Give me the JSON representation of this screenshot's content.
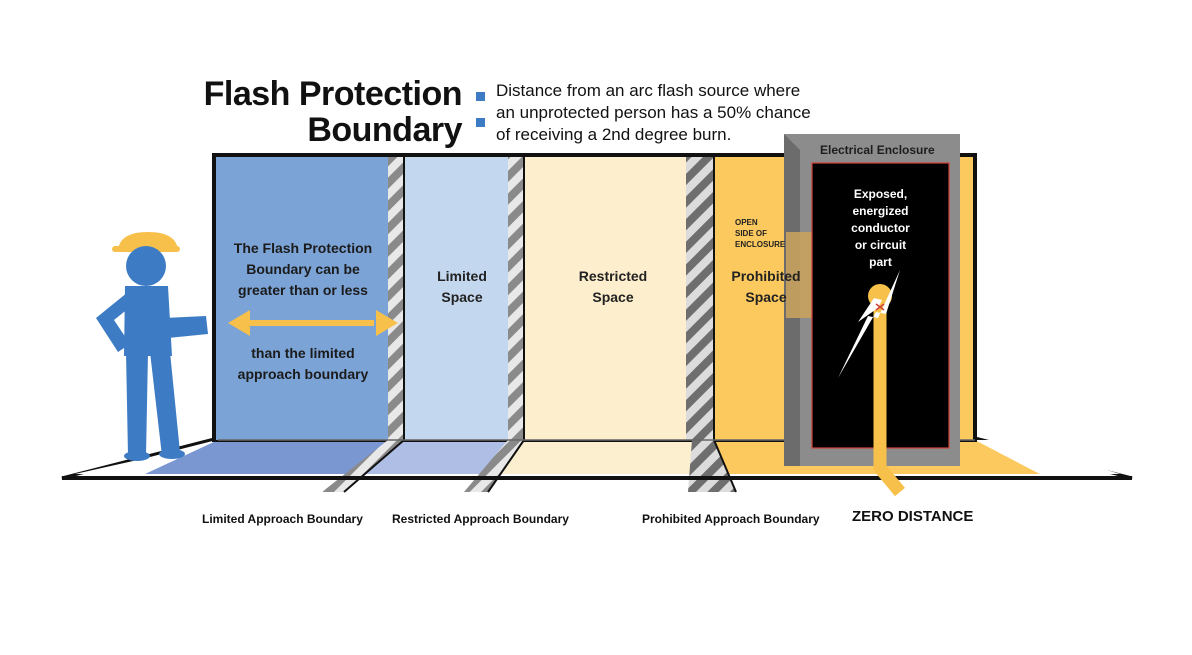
{
  "title": {
    "line1": "Flash Protection",
    "line2": "Boundary"
  },
  "definition": {
    "line1": "Distance from an arc flash source where",
    "line2": "an unprotected person has a 50% chance",
    "line3": "of receiving a 2nd degree burn."
  },
  "zones": {
    "flash": {
      "line1": "The Flash Protection",
      "line2": "Boundary can be",
      "line3": "greater than or less",
      "line4": "than the limited",
      "line5": "approach boundary"
    },
    "limited": {
      "line1": "Limited",
      "line2": "Space"
    },
    "restricted": {
      "line1": "Restricted",
      "line2": "Space"
    },
    "prohibited": {
      "line1": "Prohibited",
      "line2": "Space"
    },
    "open_side": {
      "line1": "OPEN",
      "line2": "SIDE OF",
      "line3": "ENCLOSURE"
    }
  },
  "enclosure": {
    "label": "Electrical Enclosure",
    "exposed": {
      "line1": "Exposed,",
      "line2": "energized",
      "line3": "conductor",
      "line4": "or circuit",
      "line5": "part"
    }
  },
  "boundaries": {
    "limited": "Limited Approach Boundary",
    "restricted": "Restricted Approach Boundary",
    "prohibited": "Prohibited Approach Boundary",
    "zero": "ZERO DISTANCE"
  },
  "colors": {
    "flash_zone": "#7ba3d6",
    "limited_zone": "#c3d7ee",
    "restricted_zone": "#fdefcd",
    "prohibited_zone": "#fcc95e",
    "person": "#3d7cc4",
    "hardhat": "#f7c04a",
    "enclosure_gray": "#8c8c8c",
    "enclosure_inner": "#000000",
    "title_bullet": "#3d7cc4"
  }
}
